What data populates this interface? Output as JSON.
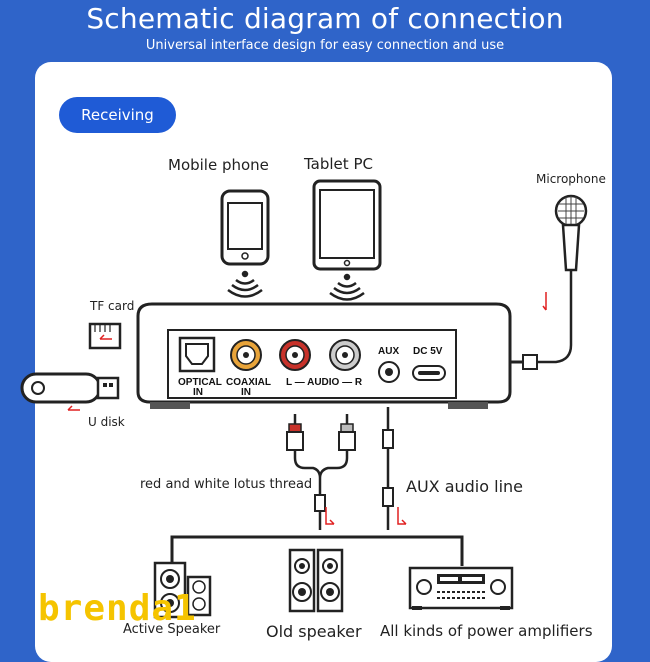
{
  "header": {
    "title": "Schematic diagram of connection",
    "subtitle": "Universal interface design for easy connection and use"
  },
  "mode": "Receiving mode",
  "devices": {
    "mobile": "Mobile phone",
    "tablet": "Tablet PC",
    "microphone": "Microphone",
    "tf_card": "TF card",
    "u_disk": "U disk"
  },
  "ports": {
    "optical": "OPTICAL",
    "optical_in": "IN",
    "coaxial": "COAXIAL",
    "coaxial_in": "IN",
    "audio": "L — AUDIO — R",
    "aux": "AUX",
    "dc": "DC 5V"
  },
  "cables": {
    "lotus": "red and white lotus thread",
    "aux_line": "AUX audio line"
  },
  "outputs": {
    "active_speaker": "Active Speaker",
    "old_speaker": "Old speaker",
    "amplifiers": "All kinds of power amplifiers"
  },
  "watermark": "brenda1",
  "colors": {
    "background": "#2f64c9",
    "pill": "#1f5bd6",
    "arrow": "#e02020",
    "rca_red": "#c8322a",
    "rca_yellow": "#e8a43a",
    "watermark": "#f5c400"
  }
}
